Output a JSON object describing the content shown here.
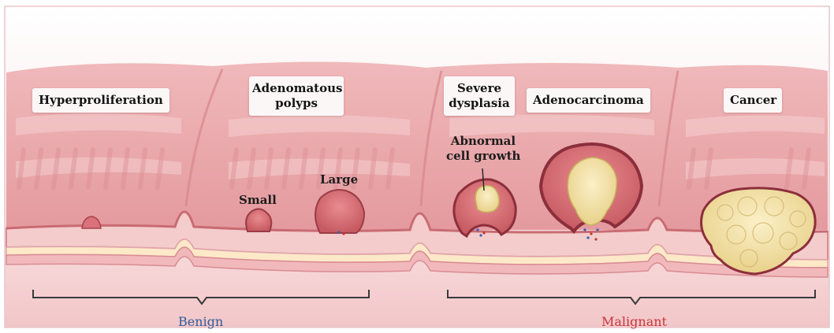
{
  "stages": {
    "hyperproliferation": "Hyperproliferation",
    "adenomatous_polyps": [
      "Adenomatous",
      "polyps"
    ],
    "severe_dysplasia": [
      "Severe",
      "dysplasia"
    ],
    "adenocarcinoma": "Adenocarcinoma",
    "cancer": "Cancer"
  },
  "annotations": {
    "small": "Small",
    "large": "Large",
    "abnormal_cell_growth": [
      "Abnormal",
      "cell growth"
    ]
  },
  "categories": {
    "benign": "Benign",
    "malignant": "Malignant"
  },
  "colors": {
    "mucosa": "#eaa5a8",
    "fold_highlight": "#f6d0d0",
    "polyp": "#c8575e",
    "polyp_rim": "#8c2f3b",
    "tumor": "#f1e1a8",
    "benign_text": "#2f5c9a",
    "malignant_text": "#c8363c",
    "bracket": "#3a3a3a"
  }
}
